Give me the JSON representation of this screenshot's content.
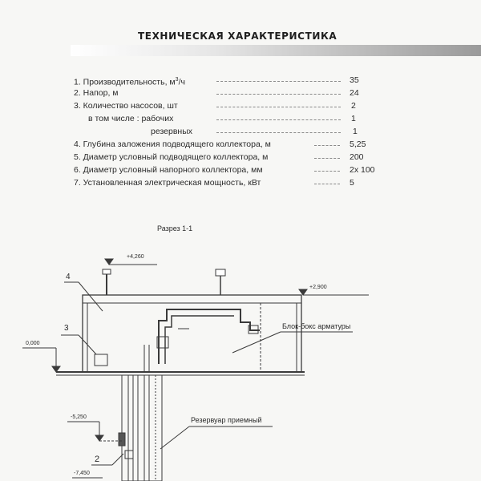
{
  "header": {
    "title": "ТЕХНИЧЕСКАЯ ХАРАКТЕРИСТИКА"
  },
  "spec_rows": [
    {
      "label": "1. Производительность, м",
      "sup": "3",
      "label_suffix": "/ч",
      "value": "35"
    },
    {
      "label": "2. Напор, м",
      "value": "24"
    },
    {
      "label": "3. Количество насосов, шт",
      "value": "2"
    },
    {
      "label": "в том числе : рабочих",
      "value": "1"
    },
    {
      "label": "резервных",
      "value": "1"
    },
    {
      "label": "4. Глубина заложения подводящего коллектора, м",
      "value": "5,25"
    },
    {
      "label": "5. Диаметр условный подводящего коллектора, м",
      "value": "200"
    },
    {
      "label": "6. Диаметр условный напорного коллектора, мм",
      "value": "2х 100"
    },
    {
      "label": "7. Установленная электрическая мощность,  кВт",
      "value": "5"
    }
  ],
  "drawing": {
    "section_title": "Разрез 1-1",
    "elevation_top": "+4,260",
    "elevation_roof": "+2,900",
    "elevation_ground": "0,000",
    "elevation_minus1": "-5,250",
    "elevation_minus2": "-7,450",
    "callout_4": "4",
    "callout_3": "3",
    "callout_2": "2",
    "label_block_box": "Блок-бокс арматуры",
    "label_tank": "Резервуар приемный"
  }
}
